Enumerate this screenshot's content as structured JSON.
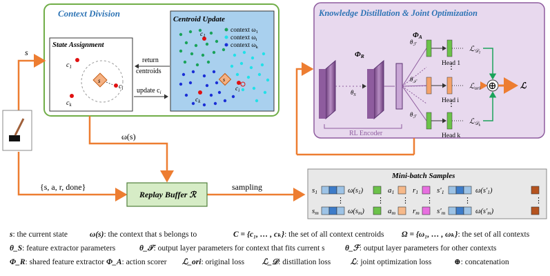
{
  "context_division": {
    "title": "Context Division",
    "state_assignment": {
      "title": "State Assignment",
      "state": "s",
      "c1": "c",
      "c1_sub": "1",
      "ck": "c",
      "ck_sub": "k",
      "ci": "c",
      "ci_sub": "i"
    },
    "arrow_labels": {
      "return": "return",
      "centroids": "centroids",
      "update": "update c",
      "update_sub": "i"
    },
    "centroid_update": {
      "title": "Centroid Update",
      "legend": [
        {
          "label": "context ω",
          "sub": "1",
          "color": "#1aa35a"
        },
        {
          "label": "context ω",
          "sub": "i",
          "color": "#22e0e8"
        },
        {
          "label": "context ω",
          "sub": "k",
          "color": "#1a2fd6"
        }
      ],
      "c1": "c",
      "c1_sub": "1",
      "ci": "c",
      "ci_sub": "i",
      "ck": "c",
      "ck_sub": "k",
      "state": "s"
    }
  },
  "knowledge": {
    "title": "Knowledge Distillation & Joint Optimization",
    "phi_r": "Φ",
    "phi_r_sub": "R",
    "phi_a": "Φ",
    "phi_a_sub": "A",
    "theta_s": "θ",
    "theta_s_sub": "S",
    "theta_f": "θ",
    "theta_f_sub": "F",
    "theta_t": "θ",
    "theta_t_sub": "T",
    "rl_encoder": "RL Encoder",
    "heads": [
      "Head 1",
      "Head i",
      "Head k"
    ],
    "losses": [
      {
        "main": "ℒ",
        "sub": "𝒟",
        "subsub": "1"
      },
      {
        "main": "ℒ",
        "sub": "ori"
      },
      {
        "main": "ℒ",
        "sub": "𝒟",
        "subsub": "k"
      }
    ],
    "concat_symbol": "⊕",
    "total_loss": "ℒ"
  },
  "flow_labels": {
    "s": "s",
    "omega_s": "ω(s)",
    "tuple": "{s, a, r, done}",
    "sampling": "sampling"
  },
  "replay_buffer": {
    "label": "Replay Buffer ℛ"
  },
  "minibatch": {
    "title": "Mini-batch Samples",
    "row1": {
      "s": "s",
      "s_sub": "1",
      "omega": "ω(s",
      "omega_sub": "1",
      "omega_end": ")",
      "a": "a",
      "a_sub": "1",
      "r": "r",
      "r_sub": "1",
      "sp": "s′",
      "sp_sub": "1",
      "omegap": "ω(s′",
      "omegap_sub": "1",
      "omegap_end": ")"
    },
    "row2": {
      "s": "s",
      "s_sub": "m",
      "omega": "ω(s",
      "omega_sub": "m",
      "omega_end": ")",
      "a": "a",
      "a_sub": "m",
      "r": "r",
      "r_sub": "m",
      "sp": "s′",
      "sp_sub": "m",
      "omegap": "ω(s′",
      "omegap_sub": "m",
      "omegap_end": ")"
    },
    "colors": {
      "state": "#3d7cc9",
      "omega": "#6cc24a",
      "action": "#f6b98a",
      "reward": "#e86fe0",
      "omega_next": "#b5531f"
    }
  },
  "legend": {
    "row1": [
      {
        "term": "s",
        "desc": ": the current state"
      },
      {
        "term": "ω(s)",
        "desc": ": the context that s belongs to"
      },
      {
        "term": "C = {c₁, … , cₖ}",
        "desc": ": the set of all context centroids"
      },
      {
        "term": "Ω = {ω₁, … , ωₖ}",
        "desc": ": the set of all contexts"
      }
    ],
    "row2": [
      {
        "term": "θ_S",
        "desc": ": feature extractor parameters"
      },
      {
        "term": "θ_𝒯",
        "desc": ": output layer parameters for context that fits current s"
      },
      {
        "term": "θ_ℱ",
        "desc": ": output layer parameters for other contexts"
      }
    ],
    "row3": [
      {
        "term": "Φ_R",
        "desc": ": shared feature extractor"
      },
      {
        "term": "Φ_A",
        "desc": ": action scorer"
      },
      {
        "term": "ℒ_ori",
        "desc": ": original loss"
      },
      {
        "term": "ℒ_𝒟",
        "desc": ": distillation loss"
      },
      {
        "term": "ℒ",
        "desc": ": joint optimization loss"
      },
      {
        "term": "⊕",
        "desc": ": concatenation"
      }
    ]
  },
  "colors": {
    "orange": "#ed7d31",
    "green_border": "#70ad47",
    "purple_bg": "#e8d9ee",
    "purple_border": "#8e5c9e",
    "blue_bg": "#a9d0ee",
    "buffer_bg": "#d6ecc6",
    "minibatch_bg": "#e8e8e8"
  }
}
